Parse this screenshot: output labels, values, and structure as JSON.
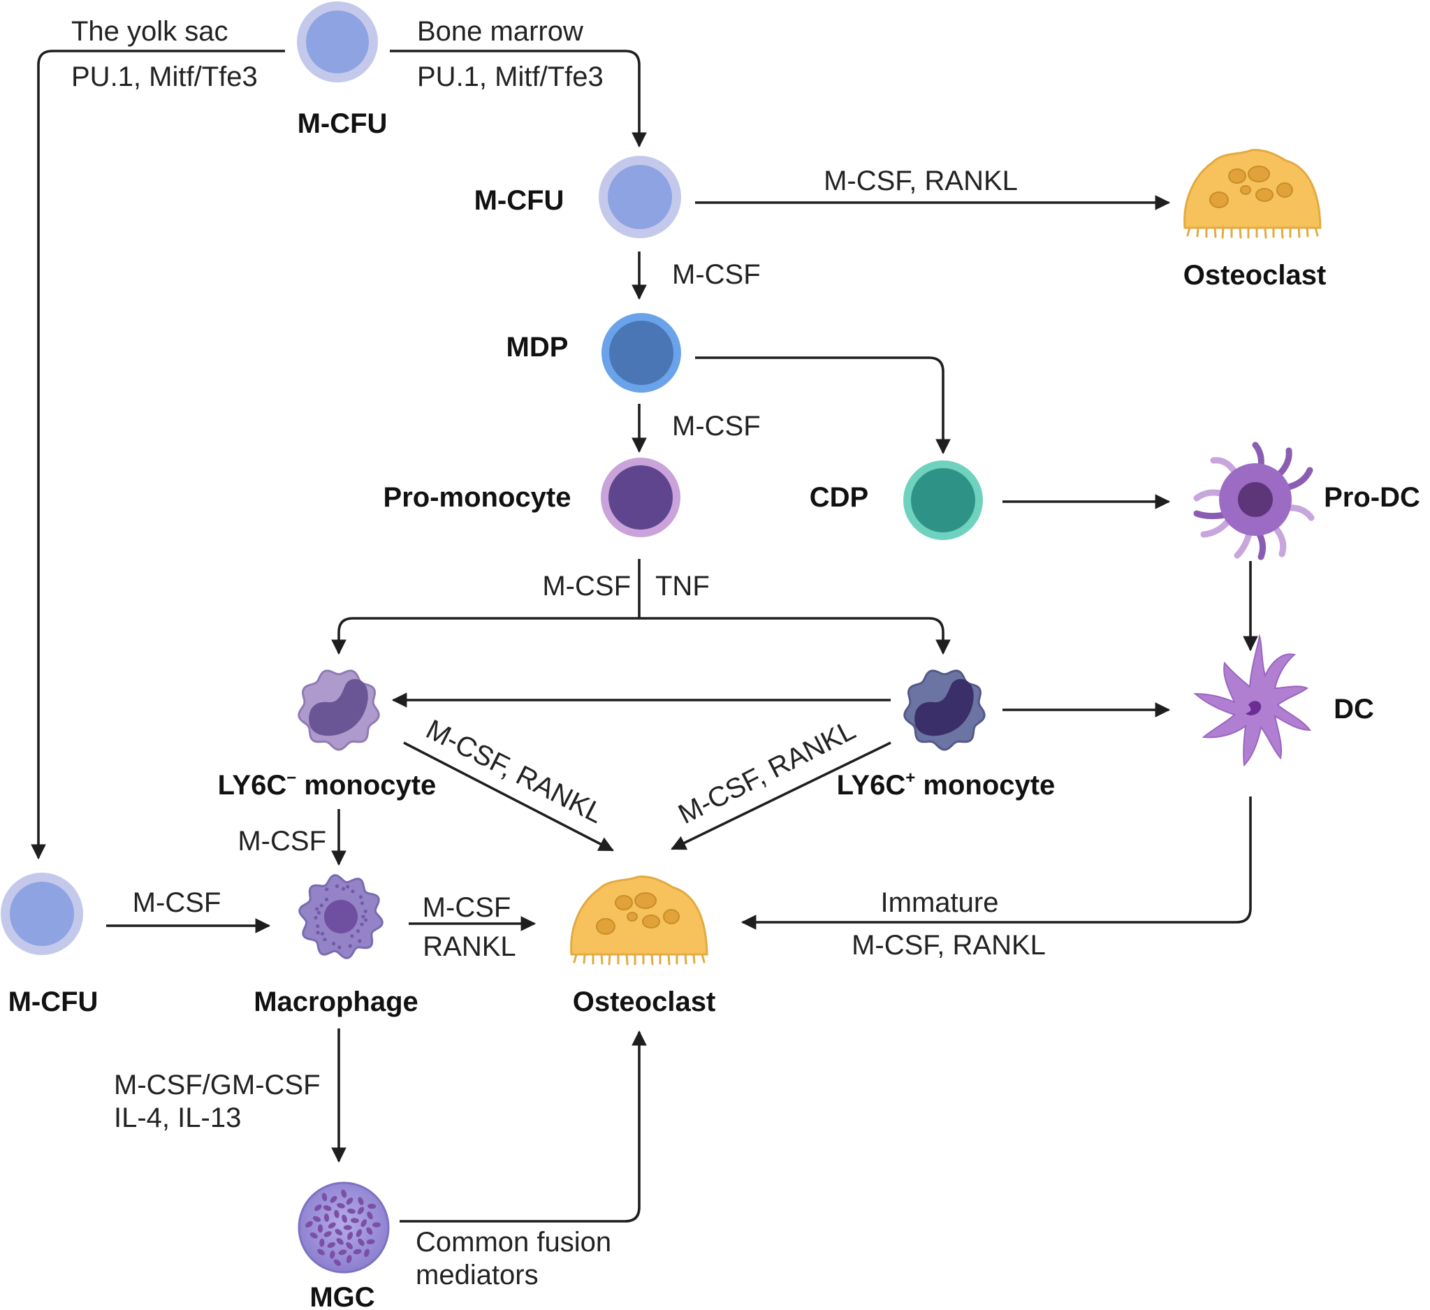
{
  "colors": {
    "progenitor_outer": "#c4c9ec",
    "progenitor_inner": "#8ea3e2",
    "mdp_outer": "#6aa3ea",
    "mdp_inner": "#4a76b6",
    "promonocyte_outer": "#c9a3d9",
    "promonocyte_inner": "#5e458d",
    "cdp_outer": "#6fd2be",
    "cdp_inner": "#2f9287",
    "osteoclast": "#f7c25c",
    "osteoclast_dark": "#d79a30",
    "ly6c_neg": "#ae9acc",
    "ly6c_pos": "#6c74a4",
    "macrophage": "#9583c8",
    "dc": "#b07fd2",
    "mgc": "#9a8fd8",
    "arrow": "#1e1e1e"
  },
  "nodes": {
    "mcfu_top": "M-CFU",
    "mcfu_mid": "M-CFU",
    "osteoclast_top": "Osteoclast",
    "mdp": "MDP",
    "promonocyte": "Pro-monocyte",
    "cdp": "CDP",
    "prodc": "Pro-DC",
    "dc": "DC",
    "ly6c_neg": {
      "prefix": "LY6C",
      "sup": "−",
      "suffix": " monocyte"
    },
    "ly6c_pos": {
      "prefix": "LY6C",
      "sup": "+",
      "suffix": " monocyte"
    },
    "mcfu_left": "M-CFU",
    "macrophage": "Macrophage",
    "osteoclast_bottom": "Osteoclast",
    "mgc": "MGC"
  },
  "labels": {
    "yolk_sac": "The yolk sac",
    "yolk_factors": "PU.1, Mitf/Tfe3",
    "bone_marrow": "Bone marrow",
    "bone_factors": "PU.1, Mitf/Tfe3",
    "mcfu_to_osteoclast": "M-CSF, RANKL",
    "mcfu_to_mdp": "M-CSF",
    "mdp_to_promono": "M-CSF",
    "promono_left": "M-CSF",
    "promono_right": "TNF",
    "ly6cneg_to_osteo": "M-CSF, RANKL",
    "ly6cpos_to_osteo": "M-CSF, RANKL",
    "ly6cneg_to_macro": "M-CSF",
    "mcfu_to_macro": "M-CSF",
    "macro_to_osteo_top": "M-CSF",
    "macro_to_osteo_bottom": "RANKL",
    "dc_to_osteo_top": "Immature",
    "dc_to_osteo_bottom": "M-CSF, RANKL",
    "macro_to_mgc_1": "M-CSF/GM-CSF",
    "macro_to_mgc_2": "IL-4, IL-13",
    "mgc_fusion_1": "Common fusion",
    "mgc_fusion_2": "mediators"
  }
}
